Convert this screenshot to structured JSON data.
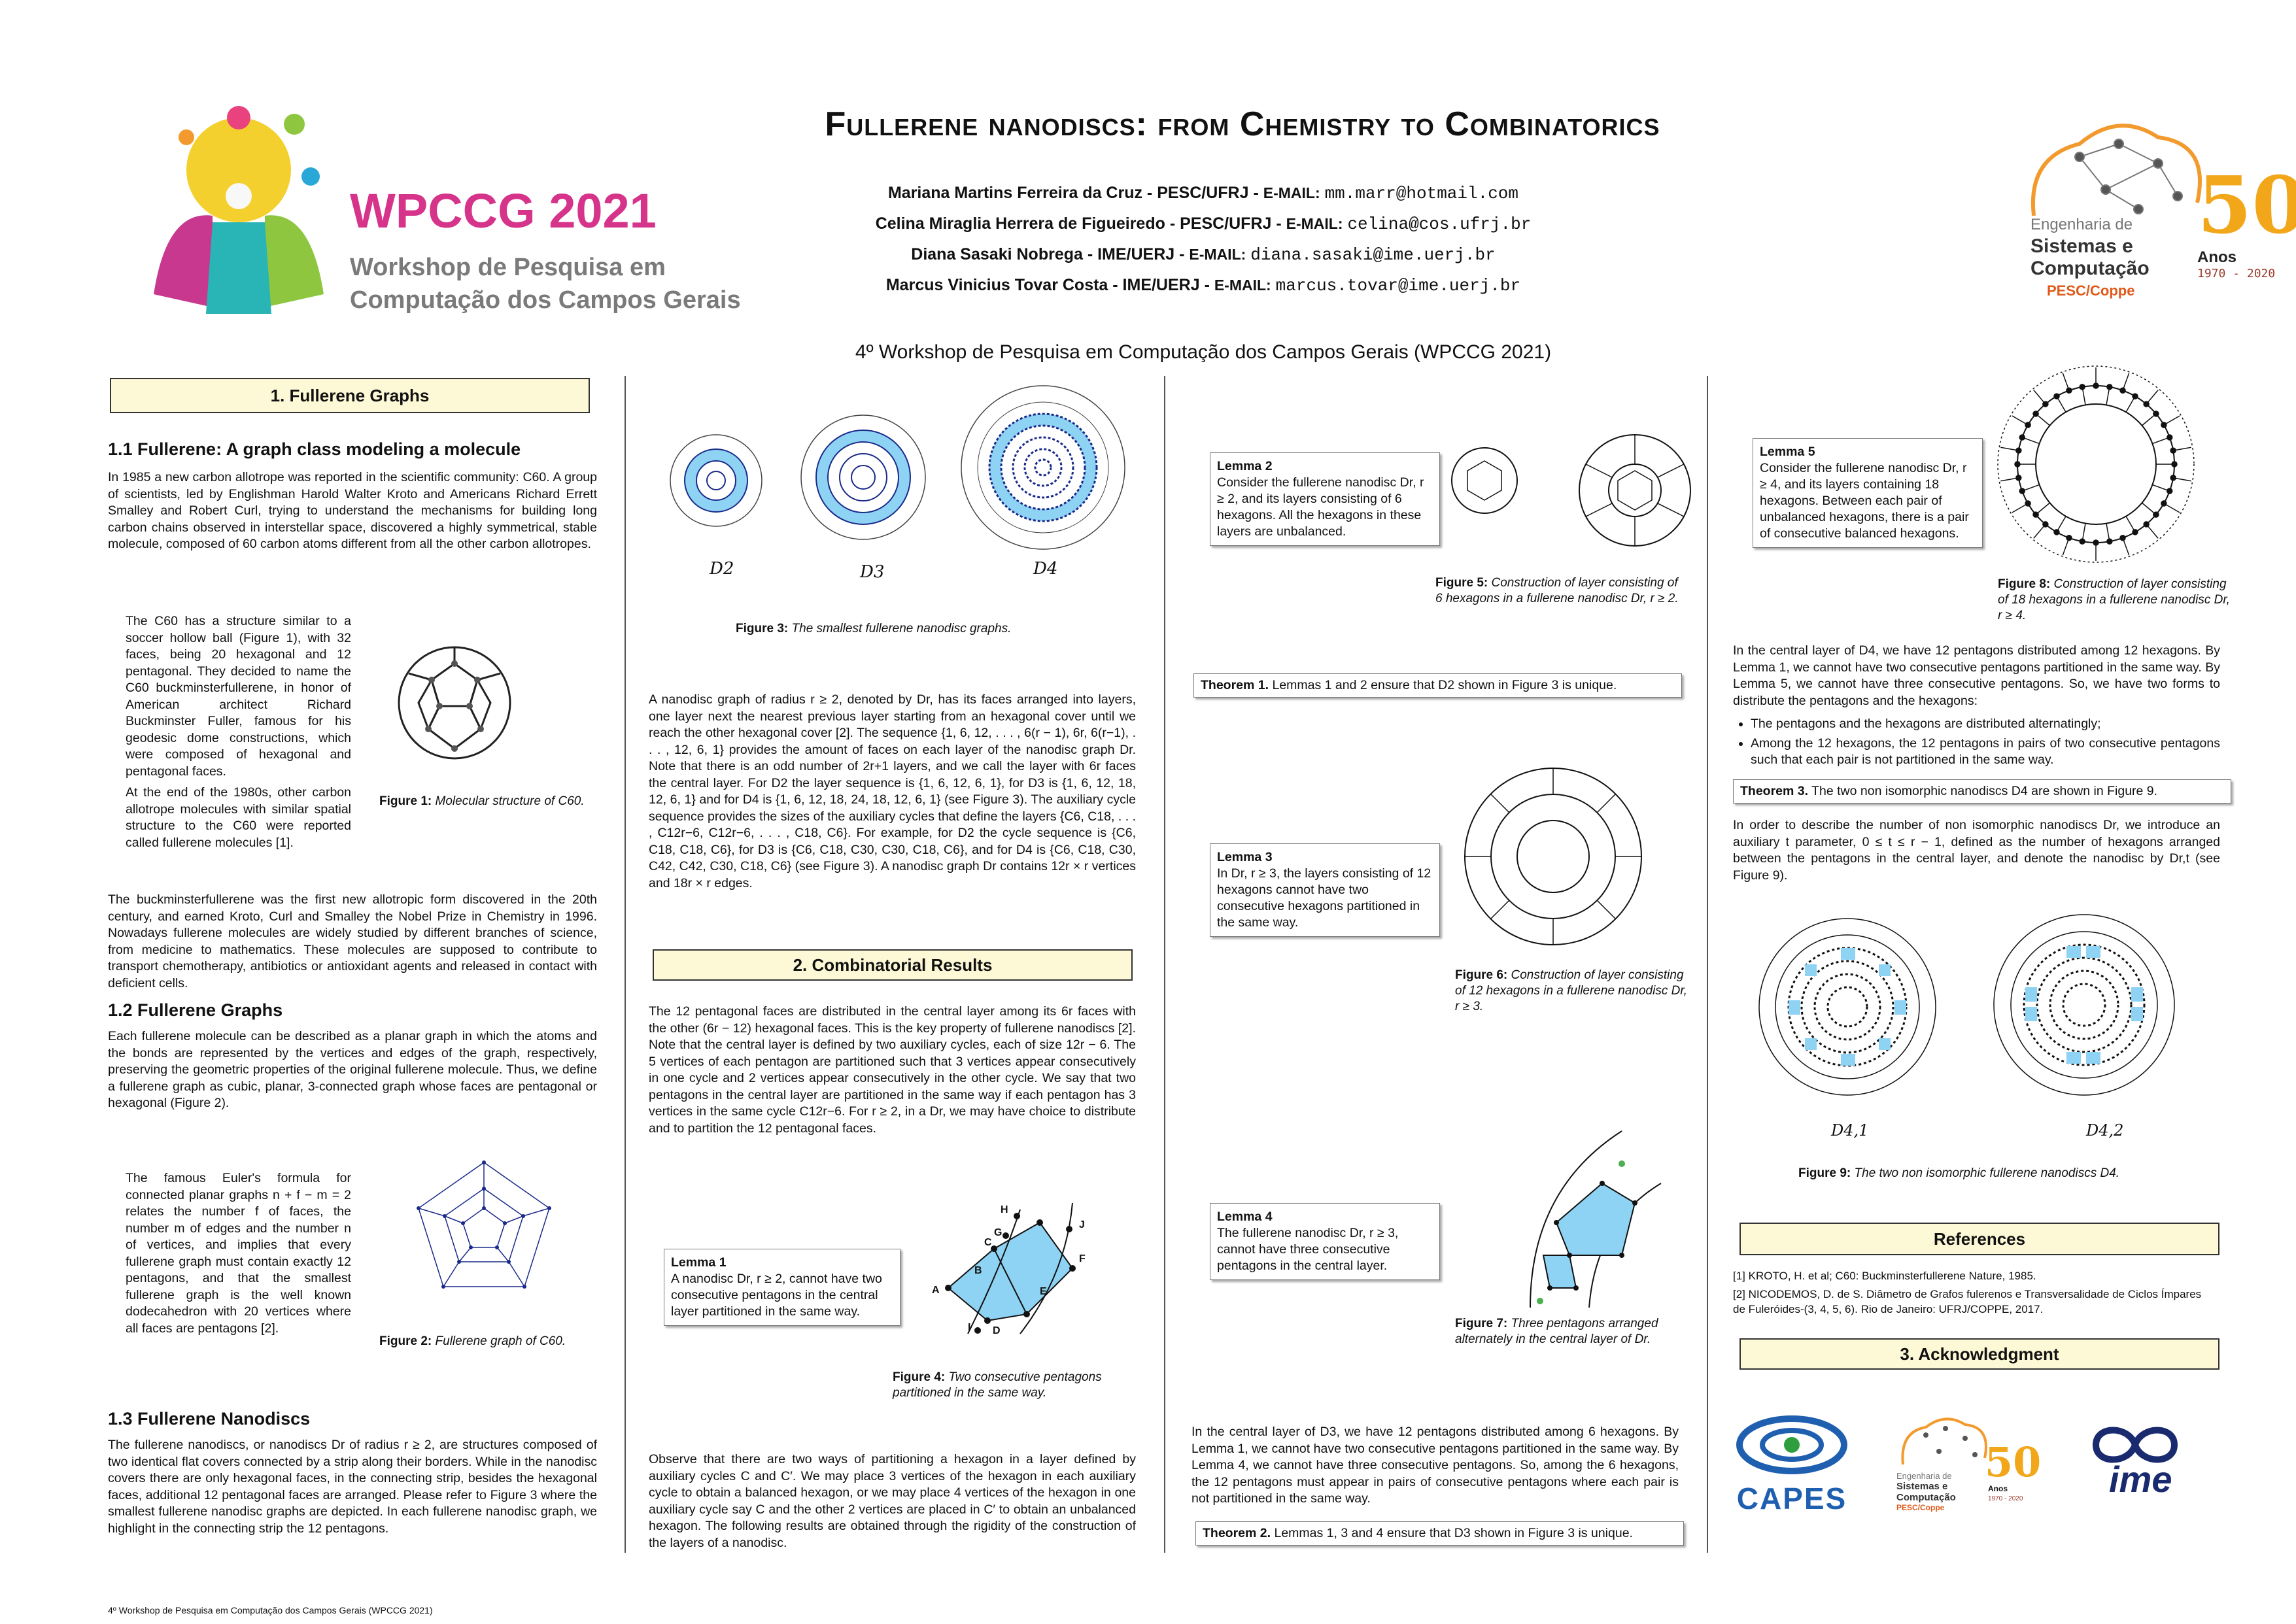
{
  "header": {
    "title": "Fullerene nanodiscs: from Chemistry to Combinatorics",
    "authors": [
      {
        "name": "Mariana Martins Ferreira da Cruz - PESC/UFRJ - ",
        "email_label": "E-MAIL:",
        "email": "mm.marr@hotmail.com"
      },
      {
        "name": "Celina Miraglia Herrera de Figueiredo - PESC/UFRJ - ",
        "email_label": "E-MAIL:",
        "email": "celina@cos.ufrj.br"
      },
      {
        "name": "Diana Sasaki Nobrega - IME/UERJ - ",
        "email_label": "E-MAIL:",
        "email": "diana.sasaki@ime.uerj.br"
      },
      {
        "name": "Marcus Vinicius Tovar Costa - IME/UERJ - ",
        "email_label": "E-MAIL:",
        "email": "marcus.tovar@ime.uerj.br"
      }
    ],
    "conference": "4º Workshop de Pesquisa em Computação dos Campos Gerais (WPCCG 2021)",
    "logo_left": {
      "title": "WPCCG 2021",
      "line1": "Workshop de Pesquisa em",
      "line2": "Computação dos Campos Gerais"
    },
    "logo_right": {
      "line1": "Engenharia de",
      "line2": "Sistemas e",
      "line3": "Computação",
      "line4": "PESC/Coppe",
      "anos": "Anos",
      "years": "1970 - 2020",
      "fifty": "50"
    }
  },
  "col1": {
    "sec1_title": "1. Fullerene Graphs",
    "h11": "1.1 Fullerene: A graph class modeling a molecule",
    "p11a": "In 1985 a new carbon allotrope was reported in the scientific community: C60. A group of scientists, led by Englishman Harold Walter Kroto and Americans Richard Errett Smalley and Robert Curl, trying to understand the mechanisms for building long carbon chains observed in interstellar space, discovered a highly symmetrical, stable molecule, composed of 60 carbon atoms different from all the other carbon allotropes.",
    "p11b": "The C60 has a structure similar to a soccer hollow ball (Figure 1), with 32 faces, being 20 hexagonal and 12 pentagonal. They decided to name the C60 buckminsterfullerene, in honor of American architect Richard Buckminster Fuller, famous for his geodesic dome constructions, which were composed of hexagonal and pentagonal faces.",
    "p11c": "At the end of the 1980s, other carbon allotrope molecules with similar spatial structure to the C60 were reported called fullerene molecules [1].",
    "fig1_label": "Figure 1:",
    "fig1_text": "Molecular structure of C60.",
    "p11d": "The buckminsterfullerene was the first new allotropic form discovered in the 20th century, and earned Kroto, Curl and Smalley the Nobel Prize in Chemistry in 1996. Nowadays fullerene molecules are widely studied by different branches of science, from medicine to mathematics. These molecules are supposed to contribute to transport chemotherapy, antibiotics or antioxidant agents and released in contact with deficient cells.",
    "h12": "1.2 Fullerene Graphs",
    "p12a": "Each fullerene molecule can be described as a planar graph in which the atoms and the bonds are represented by the vertices and edges of the graph, respectively, preserving the geometric properties of the original fullerene molecule. Thus, we define a fullerene graph as cubic, planar, 3-connected graph whose faces are pentagonal or hexagonal (Figure 2).",
    "p12b": "The famous Euler's formula for connected planar graphs n + f − m = 2 relates the number f of faces, the number m of edges and the number n of vertices, and implies that every fullerene graph must contain exactly 12 pentagons, and that the smallest fullerene graph is the well known dodecahedron with 20 vertices where all faces are pentagons [2].",
    "fig2_label": "Figure 2:",
    "fig2_text": "Fullerene graph of C60.",
    "h13": "1.3 Fullerene Nanodiscs",
    "p13": "The fullerene nanodiscs, or nanodiscs Dr of radius r ≥ 2, are structures composed of two identical flat covers connected by a strip along their borders. While in the nanodisc covers there are only hexagonal faces, in the connecting strip, besides the hexagonal faces, additional 12 pentagonal faces are arranged. Please refer to Figure 3 where the smallest fullerene nanodisc graphs are depicted. In each fullerene nanodisc graph, we highlight in the connecting strip the 12 pentagons."
  },
  "col2": {
    "d2": "D2",
    "d3": "D3",
    "d4": "D4",
    "fig3_label": "Figure 3:",
    "fig3_text": "The smallest fullerene nanodisc graphs.",
    "p_nano": "A nanodisc graph of radius r ≥ 2, denoted by Dr, has its faces arranged into layers, one layer next the nearest previous layer starting from an hexagonal cover until we reach the other hexagonal cover [2]. The sequence {1, 6, 12, . . . , 6(r − 1), 6r, 6(r−1), . . . , 12, 6, 1} provides the amount of faces on each layer of the nanodisc graph Dr. Note that there is an odd number of 2r+1 layers, and we call the layer with 6r faces the central layer. For D2 the layer sequence is {1, 6, 12, 6, 1}, for D3 is {1, 6, 12, 18, 12, 6, 1} and for D4 is {1, 6, 12, 18, 24, 18, 12, 6, 1} (see Figure 3). The auxiliary cycle sequence provides the sizes of the auxiliary cycles that define the layers {C6, C18, . . . , C12r−6, C12r−6, . . . , C18, C6}. For example, for D2 the cycle sequence is {C6, C18, C18, C6}, for D3 is {C6, C18, C30, C30, C18, C6}, and for D4 is {C6, C18, C30, C42, C42, C30, C18, C6} (see Figure 3). A nanodisc graph Dr contains 12r × r vertices and 18r × r edges.",
    "sec2_title": "2. Combinatorial Results",
    "p_comb": "The 12 pentagonal faces are distributed in the central layer among its 6r faces with the other (6r − 12) hexagonal faces. This is the key property of fullerene nanodiscs [2]. Note that the central layer is defined by two auxiliary cycles, each of size 12r − 6. The 5 vertices of each pentagon are partitioned such that 3 vertices appear consecutively in one cycle and 2 vertices appear consecutively in the other cycle. We say that two pentagons in the central layer are partitioned in the same way if each pentagon has 3 vertices in the same cycle C12r−6. For r ≥ 2, in a Dr, we may have choice to distribute and to partition the 12 pentagonal faces.",
    "lemma1_title": "Lemma 1",
    "lemma1_text": "A nanodisc Dr, r ≥ 2, cannot have two consecutive pentagons in the central layer partitioned in the same way.",
    "fig4_label": "Figure 4:",
    "fig4_text": "Two consecutive pentagons partitioned in the same way.",
    "fig4_labels": [
      "H",
      "J",
      "G",
      "F",
      "C",
      "B",
      "A",
      "E",
      "I",
      "D"
    ],
    "p_obs": "Observe that there are two ways of partitioning a hexagon in a layer defined by auxiliary cycles C and C′. We may place 3 vertices of the hexagon in each auxiliary cycle to obtain a balanced hexagon, or we may place 4 vertices of the hexagon in one auxiliary cycle say C and the other 2 vertices are placed in C′ to obtain an unbalanced hexagon. The following results are obtained through the rigidity of the construction of the layers of a nanodisc."
  },
  "col3": {
    "lemma2_title": "Lemma 2",
    "lemma2_text": "Consider the fullerene nanodisc Dr, r ≥ 2, and its layers consisting of 6 hexagons. All the hexagons in these layers are unbalanced.",
    "fig5_label": "Figure 5:",
    "fig5_text": "Construction of layer consisting of 6 hexagons in a fullerene nanodisc Dr, r ≥ 2.",
    "thm1_label": "Theorem 1.",
    "thm1_text": "Lemmas 1 and 2 ensure that D2 shown in Figure 3 is unique.",
    "lemma3_title": "Lemma 3",
    "lemma3_text": "In Dr, r ≥ 3, the layers consisting of 12 hexagons cannot have two consecutive hexagons partitioned in the same way.",
    "fig6_label": "Figure 6:",
    "fig6_text": "Construction of layer consisting of 12 hexagons in a fullerene nanodisc Dr, r ≥ 3.",
    "lemma4_title": "Lemma 4",
    "lemma4_text": "The fullerene nanodisc Dr, r ≥ 3, cannot have three consecutive pentagons in the central layer.",
    "fig7_label": "Figure 7:",
    "fig7_text": "Three pentagons arranged alternately in the central layer of Dr.",
    "p_d3": "In the central layer of D3, we have 12 pentagons distributed among 6 hexagons. By Lemma 1, we cannot have two consecutive pentagons partitioned in the same way. By Lemma 4, we cannot have three consecutive pentagons. So, among the 6 hexagons, the 12 pentagons must appear in pairs of consecutive pentagons where each pair is not partitioned in the same way.",
    "thm2_label": "Theorem 2.",
    "thm2_text": "Lemmas 1, 3 and 4 ensure that D3 shown in Figure 3 is unique."
  },
  "col4": {
    "lemma5_title": "Lemma 5",
    "lemma5_text": "Consider the fullerene nanodisc Dr, r ≥ 4, and its layers containing 18 hexagons. Between each pair of unbalanced hexagons, there is a pair of consecutive balanced hexagons.",
    "fig8_label": "Figure 8:",
    "fig8_text": "Construction of layer consisting of 18 hexagons in a fullerene nanodisc Dr, r ≥ 4.",
    "p_d4": "In the central layer of D4, we have 12 pentagons distributed among 12 hexagons. By Lemma 1, we cannot have two consecutive pentagons partitioned in the same way. By Lemma 5, we cannot have three consecutive pentagons. So, we have two forms to distribute the pentagons and the hexagons:",
    "bullets": [
      "The pentagons and the hexagons are distributed alternatingly;",
      "Among the 12 hexagons, the 12 pentagons in pairs of two consecutive pentagons such that each pair is not partitioned in the same way."
    ],
    "thm3_label": "Theorem 3.",
    "thm3_text": "The two non isomorphic nanodiscs D4 are shown in Figure 9.",
    "p_iso": "In order to describe the number of non isomorphic nanodiscs Dr, we introduce an auxiliary t parameter, 0 ≤ t ≤ r − 1, defined as the number of hexagons arranged between the pentagons in the central layer, and denote the nanodisc by Dr,t (see Figure 9).",
    "d41": "D4,1",
    "d42": "D4,2",
    "fig9_label": "Figure 9:",
    "fig9_text": "The two non isomorphic fullerene nanodiscs D4.",
    "refs_title": "References",
    "ref1": "[1] KROTO, H. et al; C60: Buckminsterfullerene Nature, 1985.",
    "ref2": "[2] NICODEMOS, D. de S. Diâmetro de Grafos fulerenos e Transversalidade de Ciclos Ímpares de Fuleróides-(3, 4, 5, 6). Rio de Janeiro: UFRJ/COPPE, 2017.",
    "ack_title": "3. Acknowledgment",
    "capes": "CAPES",
    "ime": "ime"
  },
  "footer": "4º Workshop de Pesquisa em Computação dos Campos Gerais (WPCCG 2021)",
  "colors": {
    "accent_box": "#fdf9d6",
    "highlight": "#8fd3f4",
    "node": "#1a2a8a",
    "wpccg_magenta": "#d6338a"
  }
}
